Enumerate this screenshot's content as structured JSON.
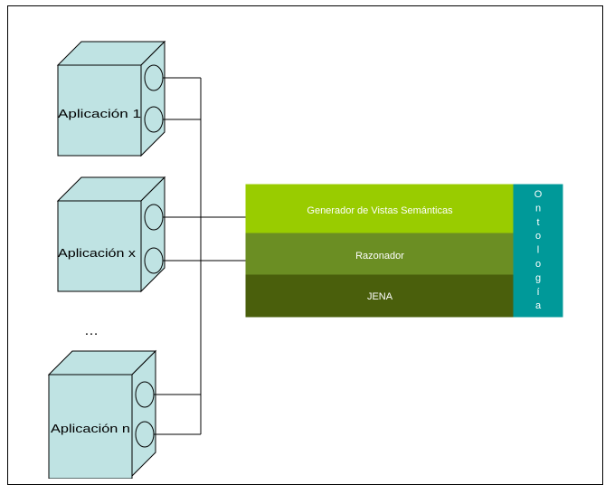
{
  "applications": [
    {
      "label": "Aplicación 1"
    },
    {
      "label": "Aplicación x"
    },
    {
      "label": "Aplicación n"
    }
  ],
  "ellipsis": "…",
  "stack": [
    {
      "label": "Generador de Vistas Semánticas",
      "color": "#99cc00"
    },
    {
      "label": "Razonador",
      "color": "#6b8e23"
    },
    {
      "label": "JENA",
      "color": "#4a5f0c"
    }
  ],
  "ontology": {
    "letters": [
      "O",
      "n",
      "t",
      "o",
      "l",
      "o",
      "g",
      "í",
      "a"
    ],
    "color": "#009999"
  },
  "colors": {
    "cube_fill": "#bfe3e3",
    "cube_stroke": "#000000"
  }
}
